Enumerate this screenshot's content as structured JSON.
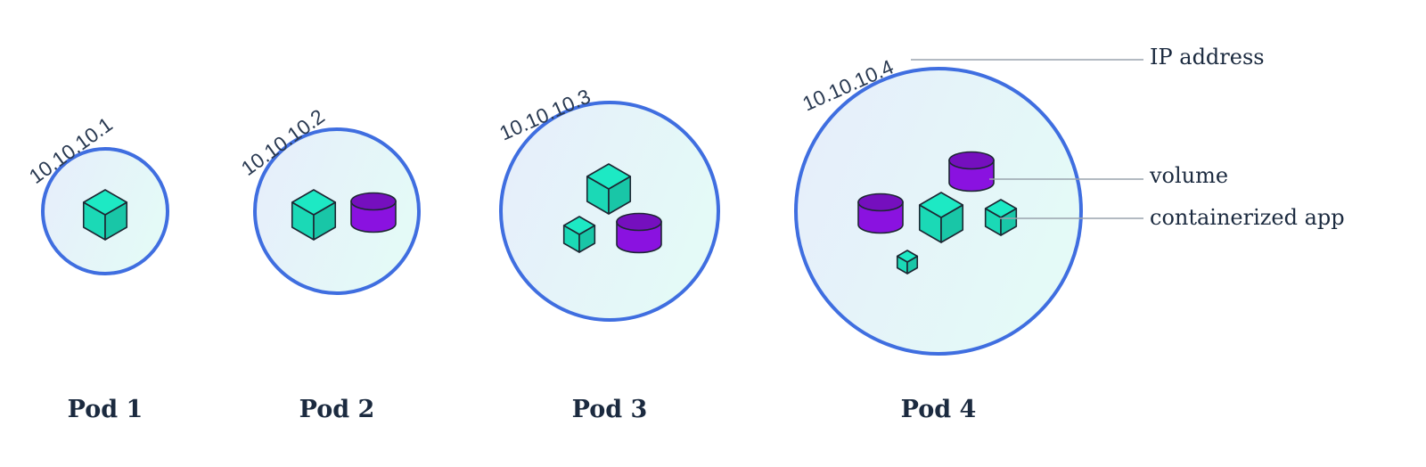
{
  "pods": [
    {
      "name": "Pod 1",
      "ip": "10.10.10.1"
    },
    {
      "name": "Pod 2",
      "ip": "10.10.10.2"
    },
    {
      "name": "Pod 3",
      "ip": "10.10.10.3"
    },
    {
      "name": "Pod 4",
      "ip": "10.10.10.4"
    }
  ],
  "legend": {
    "ip_address": "IP address",
    "volume": "volume",
    "containerized_app": "containerized app"
  },
  "colors": {
    "pod_border": "#3f6ee0",
    "container": "#1de9c4",
    "volume": "#8a12e0",
    "text": "#1b2a3f",
    "leader_line": "#9aa3ad"
  },
  "icons": {
    "container": "cube-icon",
    "volume": "cylinder-icon"
  }
}
